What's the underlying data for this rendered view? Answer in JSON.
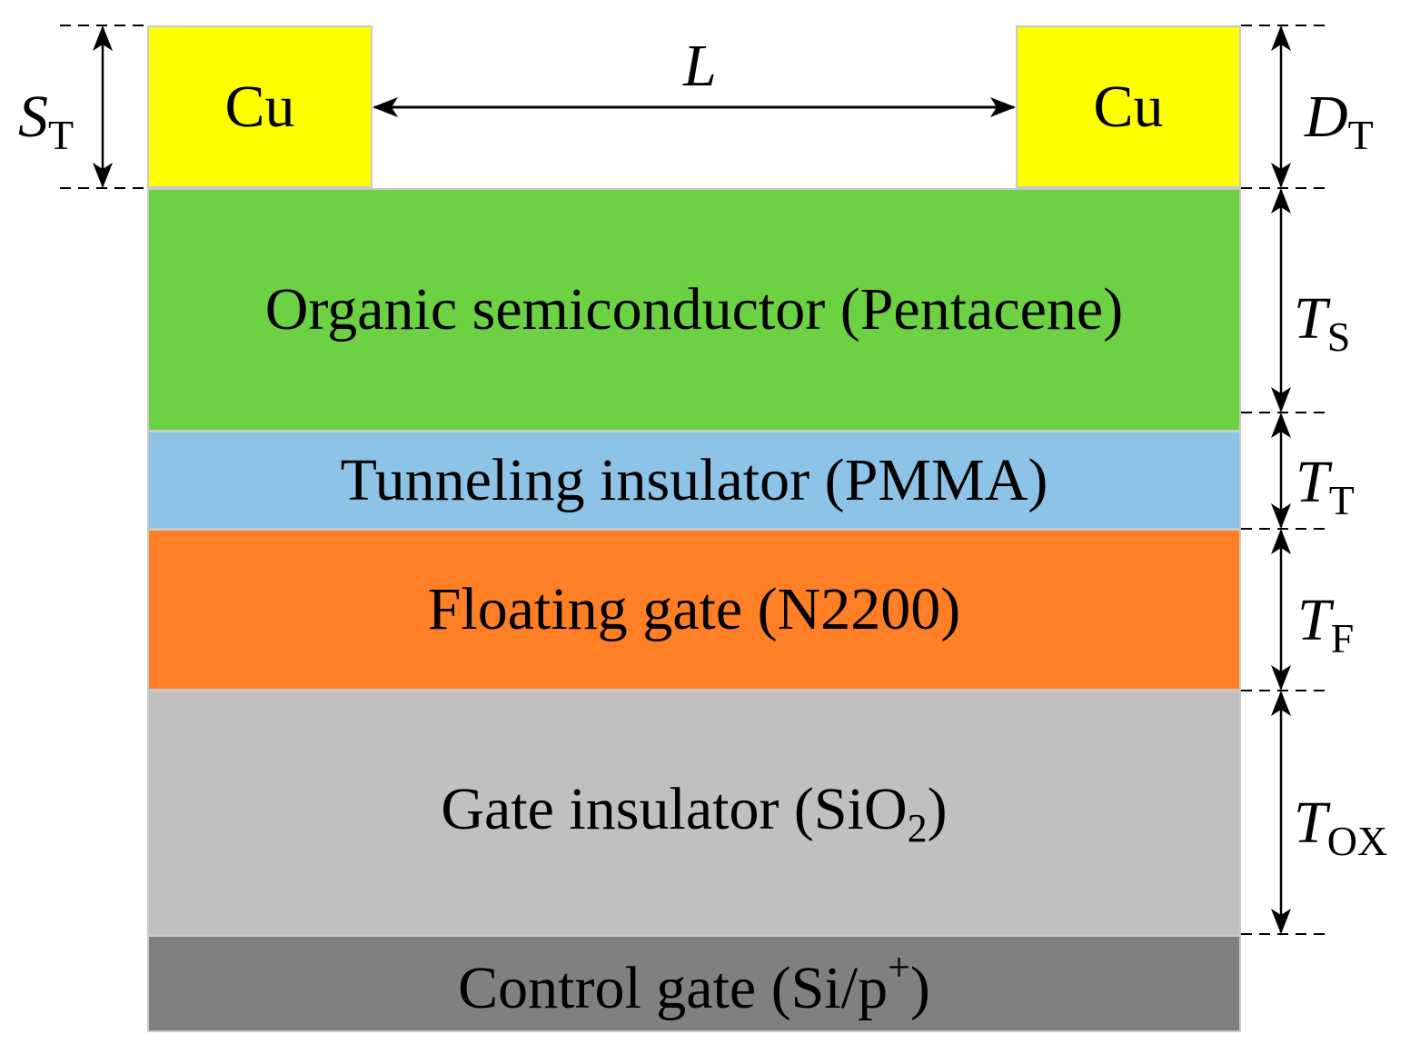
{
  "contacts": {
    "left": "Cu",
    "right": "Cu"
  },
  "layers": {
    "semiconductor": "Organic semiconductor (Pentacene)",
    "tunneling": "Tunneling insulator (PMMA)",
    "floating_gate": "Floating gate (N2200)",
    "gate_insulator_prefix": "Gate insulator (SiO",
    "gate_insulator_sub": "2",
    "gate_insulator_suffix": ")",
    "control_gate_prefix": "Control gate (Si/p",
    "control_gate_sup": "+",
    "control_gate_suffix": ")"
  },
  "dimensions": {
    "channel_length": "L",
    "source_thickness": {
      "sym": "S",
      "sub": "T"
    },
    "drain_thickness": {
      "sym": "D",
      "sub": "T"
    },
    "semiconductor_thickness": {
      "sym": "T",
      "sub": "S"
    },
    "tunneling_thickness": {
      "sym": "T",
      "sub": "T"
    },
    "floating_gate_thickness": {
      "sym": "T",
      "sub": "F"
    },
    "oxide_thickness": {
      "sym": "T",
      "sub": "OX"
    }
  },
  "colors": {
    "contact": "#ffff00",
    "semiconductor": "#6dd144",
    "tunneling": "#8cc3e6",
    "floating_gate": "#ff7f26",
    "gate_insulator": "#c0c0c0",
    "control_gate": "#808080"
  }
}
